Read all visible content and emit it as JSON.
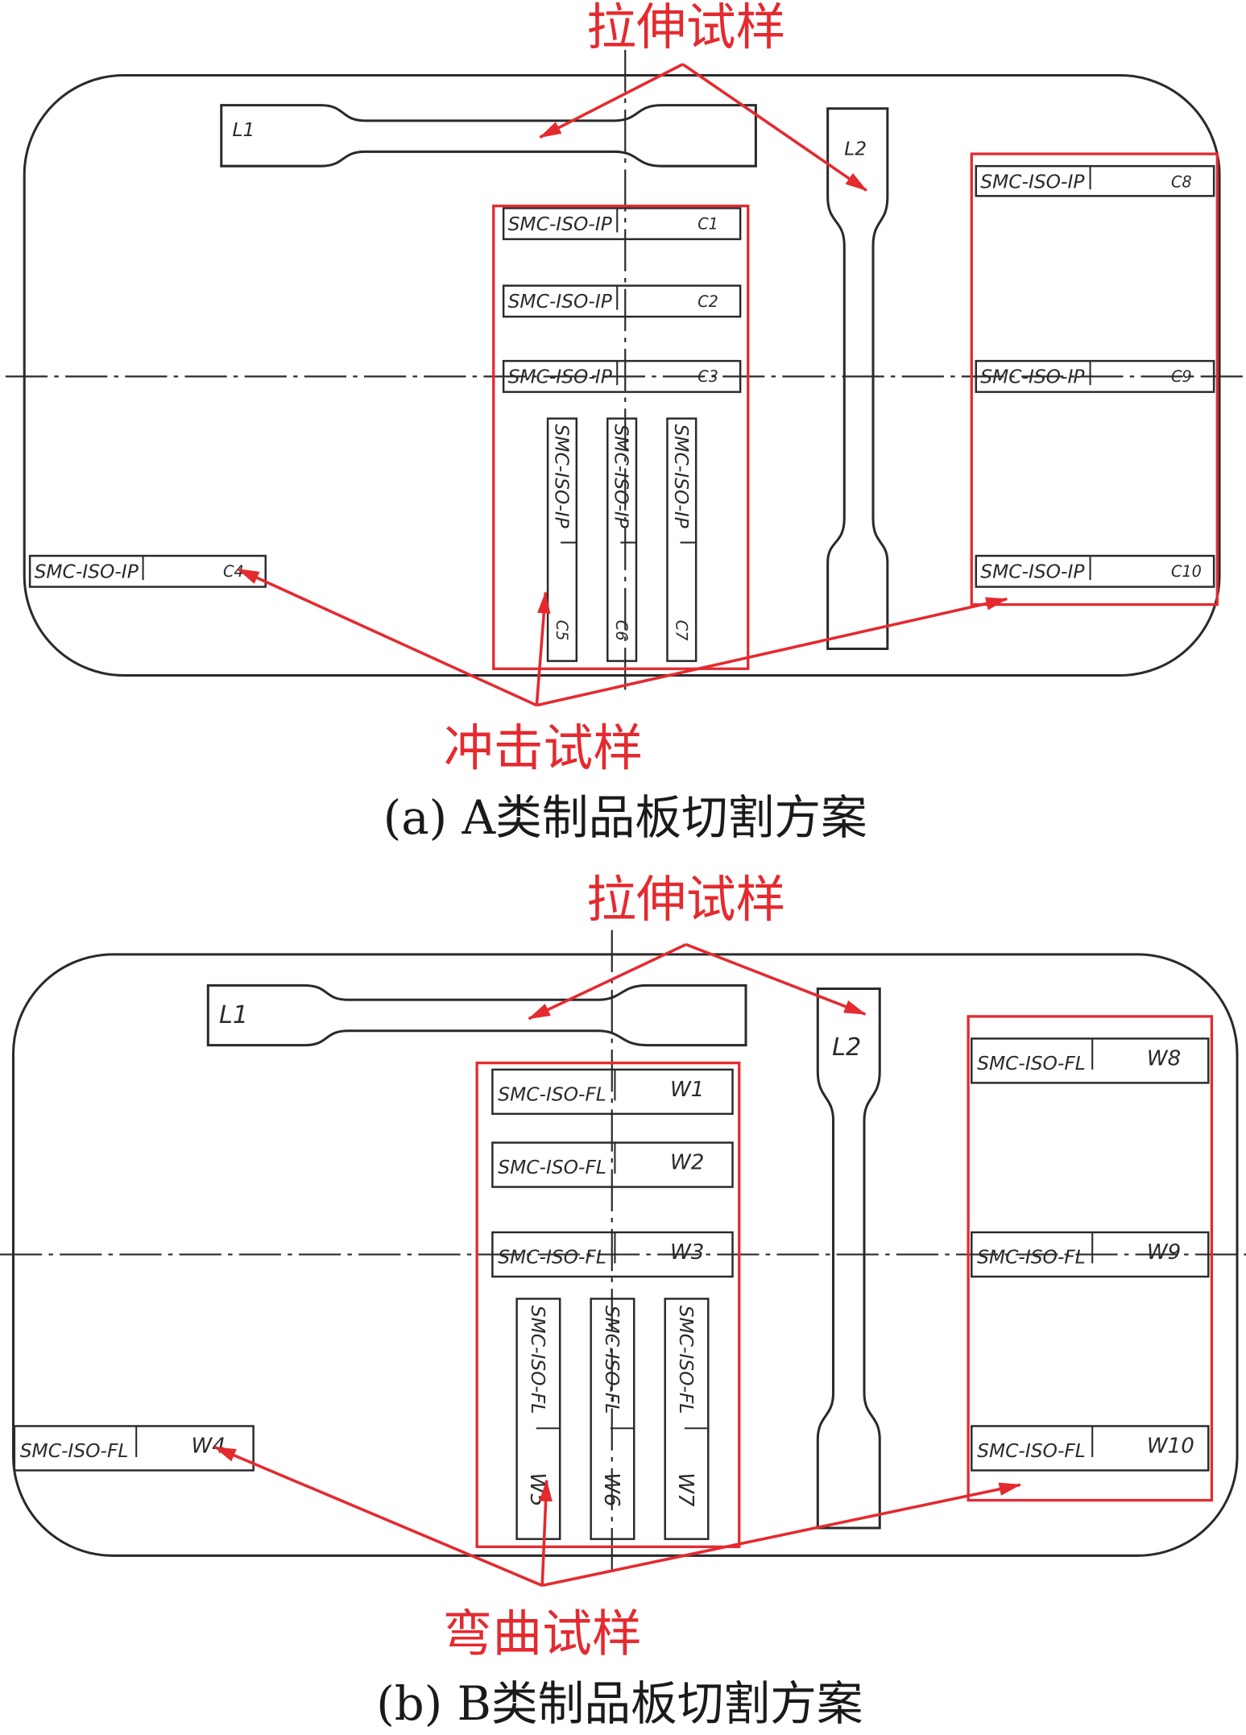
{
  "colors": {
    "drawing": "#2a2a2a",
    "annotation": "#e42a2f",
    "caption": "#1a1a1a"
  },
  "panels": [
    {
      "tensile_label": "拉伸试样",
      "specimen_label": "冲击试样",
      "caption": "(a) A类制品板切割方案",
      "tensile_specimens": [
        "L1",
        "L2"
      ],
      "strip_text": "SMC-ISO-IP",
      "strip_codes": [
        "C1",
        "C2",
        "C3",
        "C4",
        "C5",
        "C6",
        "C7",
        "C8",
        "C9",
        "C10"
      ]
    },
    {
      "tensile_label": "拉伸试样",
      "specimen_label": "弯曲试样",
      "caption": "(b) B类制品板切割方案",
      "tensile_specimens": [
        "L1",
        "L2"
      ],
      "strip_text": "SMC-ISO-FL",
      "strip_codes": [
        "W1",
        "W2",
        "W3",
        "W4",
        "W5",
        "W6",
        "W7",
        "W8",
        "W9",
        "W10"
      ]
    }
  ]
}
